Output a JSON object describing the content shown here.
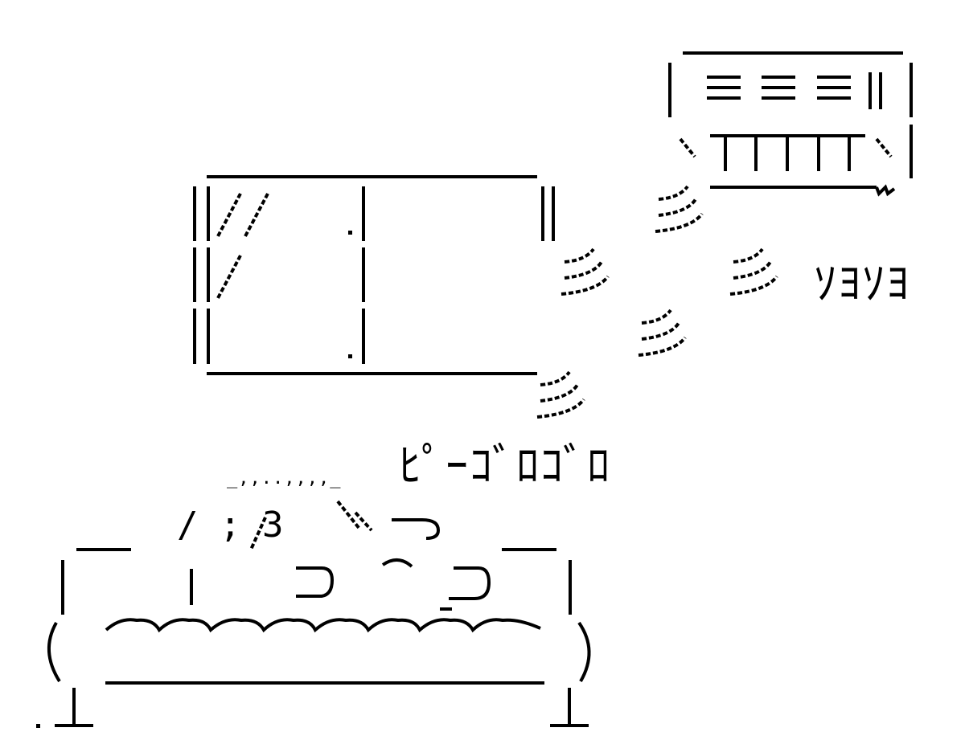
{
  "artwork": {
    "type": "ascii-art",
    "description": "Cat lying on a sofa, remote air conditioner and TV with wave signals",
    "colors": {
      "ink": "#000000",
      "background": "#ffffff"
    }
  },
  "labels": {
    "aircon_sound": "ｿﾖｿﾖ",
    "cat_sound": "ﾋﾟｰｺﾞﾛｺﾞﾛ",
    "cat_face": "/ ; 3",
    "cat_hair": "_,,..,,,,_"
  },
  "objects": {
    "air_conditioner": {
      "label": "air-conditioner"
    },
    "television": {
      "label": "television"
    },
    "sofa": {
      "label": "sofa"
    },
    "cat": {
      "label": "cat"
    }
  }
}
